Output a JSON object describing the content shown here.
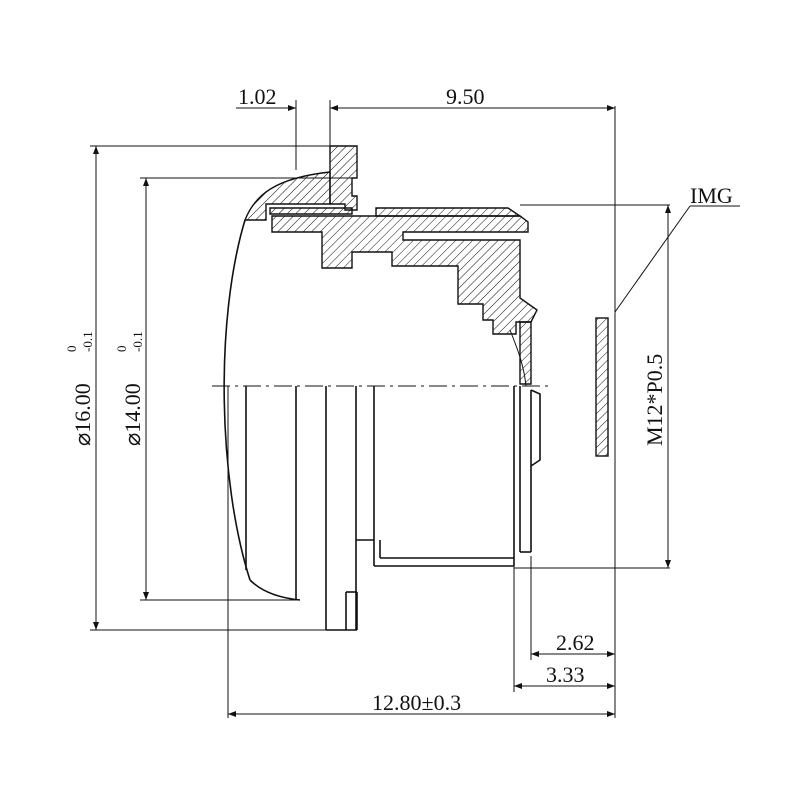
{
  "drawing": {
    "subject": "M12 lens cross-section",
    "dimensions": {
      "flange_thickness": "1.02",
      "length_to_image": "9.50",
      "back_focal_1": "2.62",
      "back_focal_2": "3.33",
      "total_length": "12.80",
      "total_length_tol": "±0.3",
      "outer_diameter": "⌀16.00",
      "outer_diameter_tol_upper": "0",
      "outer_diameter_tol_lower": "-0.1",
      "inner_diameter": "⌀14.00",
      "inner_diameter_tol_upper": "0",
      "inner_diameter_tol_lower": "-0.1"
    },
    "labels": {
      "image_plane": "IMG",
      "thread": "M12*P0.5"
    }
  }
}
